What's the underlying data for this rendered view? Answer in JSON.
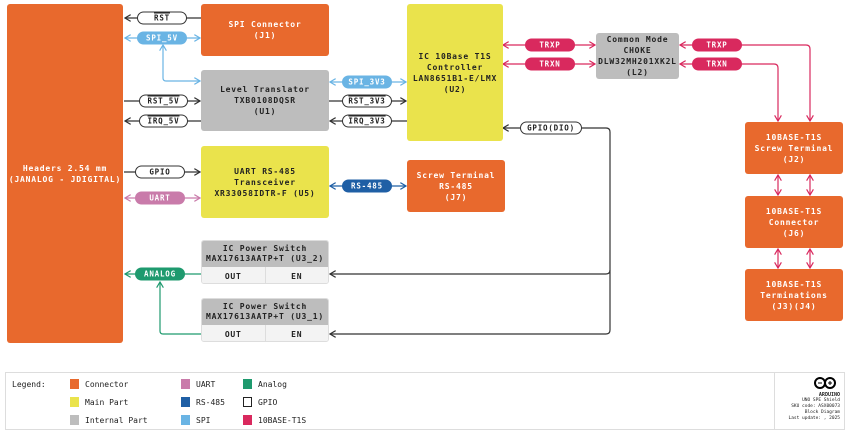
{
  "blocks": {
    "headers": {
      "l1": "Headers 2.54 mm",
      "l2": "(JANALOG - JDIGITAL)"
    },
    "spi_connector": {
      "l1": "SPI Connector",
      "l2": "(J1)"
    },
    "level_translator": {
      "l1": "Level Translator",
      "l2": "TXB0108DQSR",
      "l3": "(U1)"
    },
    "uart_transceiver": {
      "l1": "UART RS-485",
      "l2": "Transceiver",
      "l3": "XR33058IDTR-F (U5)"
    },
    "power_switch_2": {
      "l1": "IC Power Switch",
      "l2": "MAX17613AATP+T (U3_2)",
      "out": "OUT",
      "en": "EN"
    },
    "power_switch_1": {
      "l1": "IC Power Switch",
      "l2": "MAX17613AATP+T (U3_1)",
      "out": "OUT",
      "en": "EN"
    },
    "controller": {
      "l1": "IC 10Base T1S",
      "l2": "Controller",
      "l3": "LAN8651B1-E/LMX",
      "l4": "(U2)"
    },
    "screw_rs485": {
      "l1": "Screw Terminal",
      "l2": "RS-485",
      "l3": "(J7)"
    },
    "choke": {
      "l1": "Common Mode",
      "l2": "CHOKE",
      "l3": "DLW32MH201XK2L",
      "l4": "(L2)"
    },
    "t1s_screw": {
      "l1": "10BASE-T1S",
      "l2": "Screw Terminal",
      "l3": "(J2)"
    },
    "t1s_connector": {
      "l1": "10BASE-T1S",
      "l2": "Connector",
      "l3": "(J6)"
    },
    "t1s_term": {
      "l1": "10BASE-T1S",
      "l2": "Terminations",
      "l3": "(J3)(J4)"
    }
  },
  "signals": {
    "rst": "RST",
    "spi_5v": "SPI_5V",
    "rst_5v": "RST_5V",
    "irq_5v": "IRQ_5V",
    "spi_3v3": "SPI_3V3",
    "rst_3v3": "RST_3V3",
    "irq_3v3": "IRQ_3V3",
    "gpio": "GPIO",
    "uart": "UART",
    "rs485": "RS-485",
    "analog": "ANALOG",
    "gpio_dio": "GPIO(DIO)",
    "trxp_l": "TRXP",
    "trxn_l": "TRXN",
    "trxp_r": "TRXP",
    "trxn_r": "TRXN"
  },
  "legend": {
    "title": "Legend:",
    "items": [
      {
        "label": "Connector",
        "color": "#E8692D"
      },
      {
        "label": "Main Part",
        "color": "#EAE34C"
      },
      {
        "label": "Internal Part",
        "color": "#BDBDBD"
      },
      {
        "label": "UART",
        "color": "#C97BAA"
      },
      {
        "label": "RS-485",
        "color": "#1F5FA5"
      },
      {
        "label": "SPI",
        "color": "#6AB4E4"
      },
      {
        "label": "Analog",
        "color": "#1E9A6E"
      },
      {
        "label": "GPIO",
        "color": "#ffffff"
      },
      {
        "label": "10BASE-T1S",
        "color": "#D9295E"
      }
    ]
  },
  "footer": {
    "brand": "ARDUINO",
    "product": "UNO SPE Shield",
    "sku": "SKU code: ASX00073",
    "doc": "Block Diagram",
    "updated": "Last update: , 2025"
  }
}
